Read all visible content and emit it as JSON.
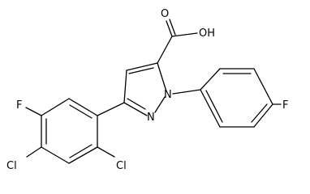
{
  "atom_labels": {
    "carboxylic_acid_oh": "OH",
    "carboxyl_o": "O",
    "pyrazole_n1": "N",
    "pyrazole_n2": "N",
    "para_f": "F",
    "aryl_f": "F",
    "aryl_cl_4": "Cl",
    "aryl_cl_2": "Cl"
  },
  "colors": {
    "bond": "#000000",
    "text": "#000000"
  }
}
